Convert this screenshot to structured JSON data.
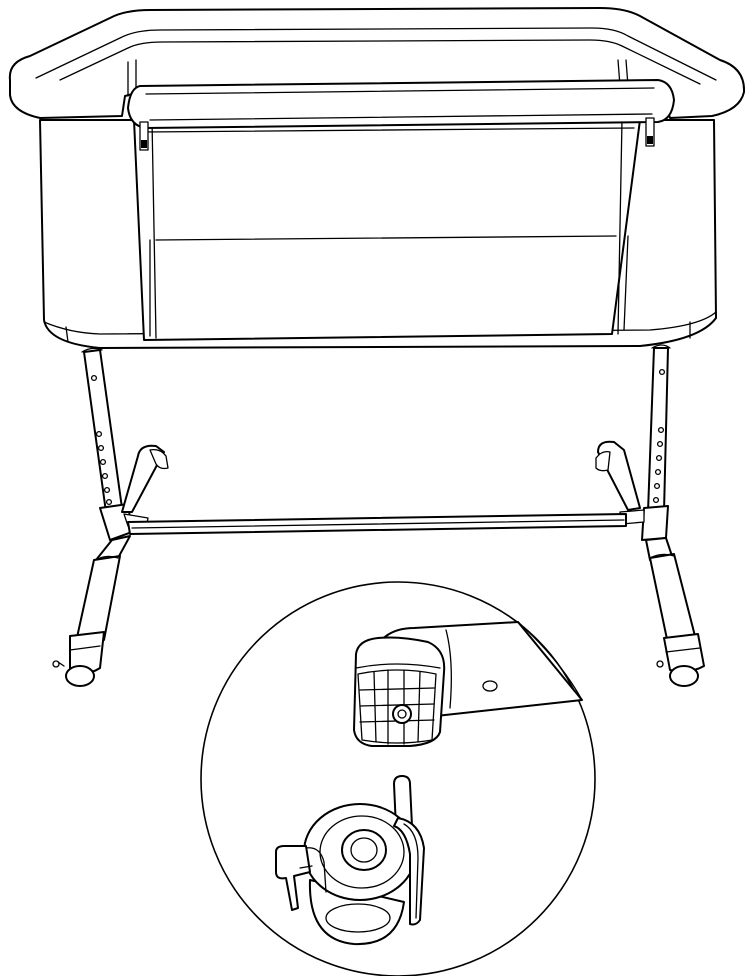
{
  "figure": {
    "subject": "bedside-crib-assembly",
    "detail_view": "caster-wheel-and-leg-end-detail",
    "line_color": "#000000",
    "background_color": "#ffffff",
    "leg_height_holes_per_side": 7
  }
}
